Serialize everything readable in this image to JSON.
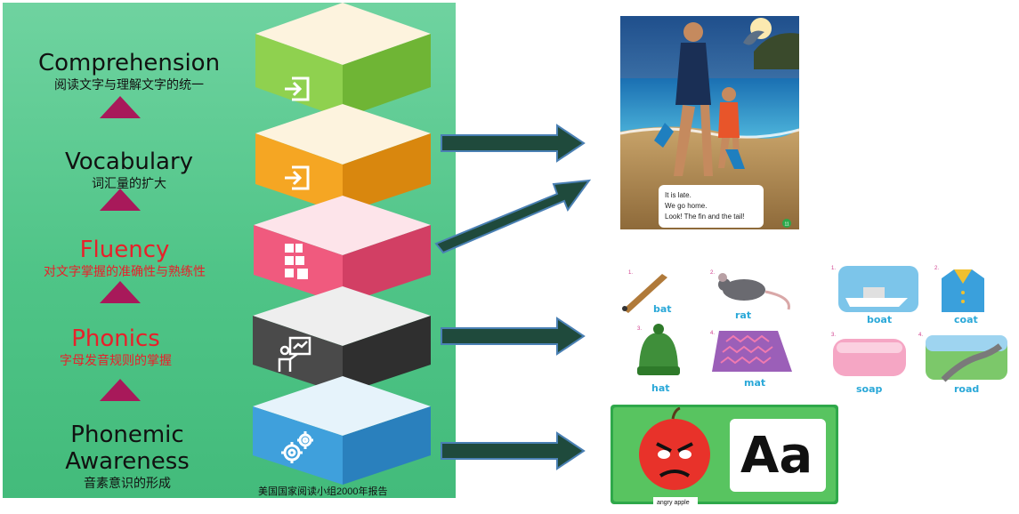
{
  "pyramid": {
    "layers": [
      {
        "en": "Comprehension",
        "zh": "阅读文字与理解文字的统一",
        "color": "#111111",
        "icon": "enter-icon",
        "block_color": "#8fd14f"
      },
      {
        "en": "Vocabulary",
        "zh": "词汇量的扩大",
        "color": "#111111",
        "icon": "enter-icon",
        "block_color": "#f5a623"
      },
      {
        "en": "Fluency",
        "zh": "对文字掌握的准确性与熟练性",
        "color": "#e8202a",
        "icon": "puzzle-icon",
        "block_color": "#f05a7e"
      },
      {
        "en": "Phonics",
        "zh": "字母发音规则的掌握",
        "color": "#e8202a",
        "icon": "presenter-icon",
        "block_color": "#4a4a4a"
      },
      {
        "en": "Phonemic Awareness",
        "zh": "音素意识的形成",
        "color": "#111111",
        "icon": "gears-icon",
        "block_color": "#3fa0dc"
      }
    ],
    "caption": "美国国家阅读小组2000年报告"
  },
  "storybook": {
    "lines": [
      "It is late.",
      "We go home.",
      "Look! The fin and the tail!"
    ],
    "page_number": "11"
  },
  "phonics_left": {
    "items": [
      {
        "num": "1.",
        "word": "bat"
      },
      {
        "num": "2.",
        "word": "rat"
      },
      {
        "num": "3.",
        "word": "hat"
      },
      {
        "num": "4.",
        "word": "mat"
      }
    ]
  },
  "phonics_right": {
    "items": [
      {
        "num": "1.",
        "word": "boat"
      },
      {
        "num": "2.",
        "word": "coat"
      },
      {
        "num": "3.",
        "word": "soap"
      },
      {
        "num": "4.",
        "word": "road"
      }
    ]
  },
  "alphabet_card": {
    "letters": "Aa",
    "caption": "angry apple"
  },
  "colors": {
    "panel": "#4fc487",
    "triangle": "#a8195a",
    "arrow_fill": "#1f4a3c",
    "arrow_stroke": "#4a80b4"
  }
}
